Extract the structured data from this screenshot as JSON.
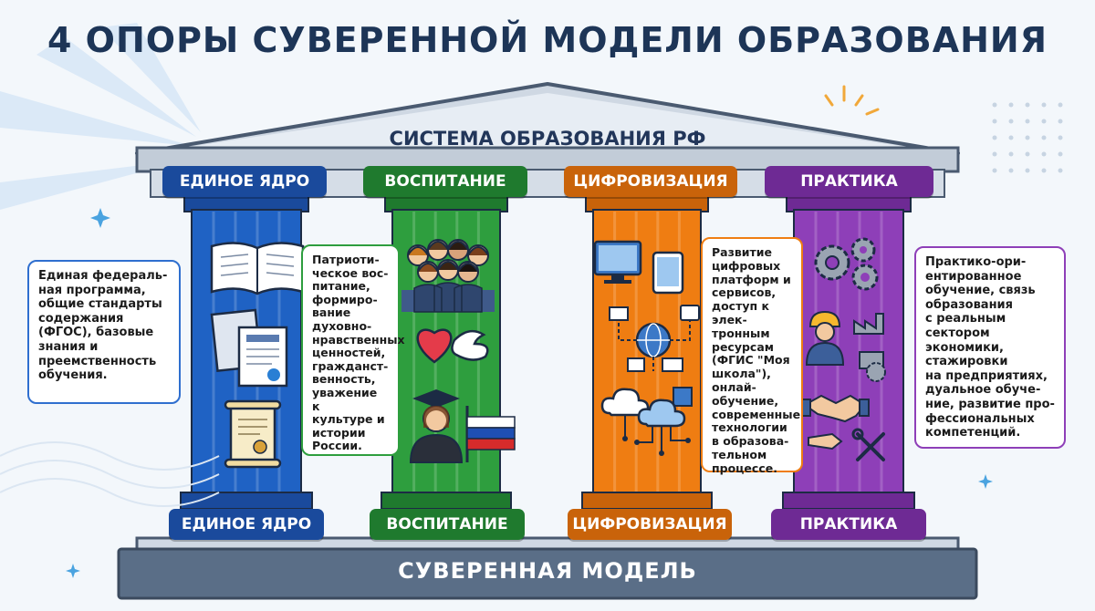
{
  "title": "4 ОПОРЫ СУВЕРЕННОЙ МОДЕЛИ ОБРАЗОВАНИЯ",
  "roof_label": "СИСТЕМА ОБРАЗОВАНИЯ РФ",
  "base_label": "СУВЕРЕННАЯ МОДЕЛЬ",
  "pillars": [
    {
      "name": "ЕДИНОЕ ЯДРО",
      "color": "#1f62c4",
      "dark": "#1a4a9c",
      "icons": [
        "open-book-icon",
        "documents-icon",
        "certificate-scroll-icon"
      ],
      "description": "Единая федераль-\nная программа,\nобщие стандарты\nсодержания\n(ФГОС), базовые\nзнания и\nпреемственность\nобучения."
    },
    {
      "name": "ВОСПИТАНИЕ",
      "color": "#2e9e3e",
      "dark": "#1f7a2e",
      "icons": [
        "students-group-icon",
        "heart-dove-icon",
        "graduate-flag-icon"
      ],
      "description": "Патриоти-\nческое вос-\nпитание,\nформиро-\nвание\nдуховно-\nнравственных\nценностей,\nгражданст-\nвенность,\nуважение к\nкультуре и\nистории\nРоссии."
    },
    {
      "name": "ЦИФРОВИЗАЦИЯ",
      "color": "#ef7d12",
      "dark": "#c9630a",
      "icons": [
        "devices-icon",
        "network-globe-icon",
        "cloud-chip-icon"
      ],
      "description": "Развитие\nцифровых\nплатформ и\nсервисов,\nдоступ к элек-\nтронным\nресурсам\n(ФГИС \"Моя\nшкола\"), онлай-\nобучение,\nсовременные\nтехнологии\nв образова-\nтельном\nпроцессе."
    },
    {
      "name": "ПРАКТИКА",
      "color": "#8e3fb8",
      "dark": "#6e2a94",
      "icons": [
        "gears-icon",
        "worker-factory-icon",
        "handshake-tools-icon"
      ],
      "description": "Практико-ори-\nентированное\nобучение, связь\nобразования\nс реальным\nсектором\nэкономики,\nстажировки\nна предприятиях,\nдуальное обуче-\nние, развитие про-\nфессиональных\nкомпетенций."
    }
  ]
}
